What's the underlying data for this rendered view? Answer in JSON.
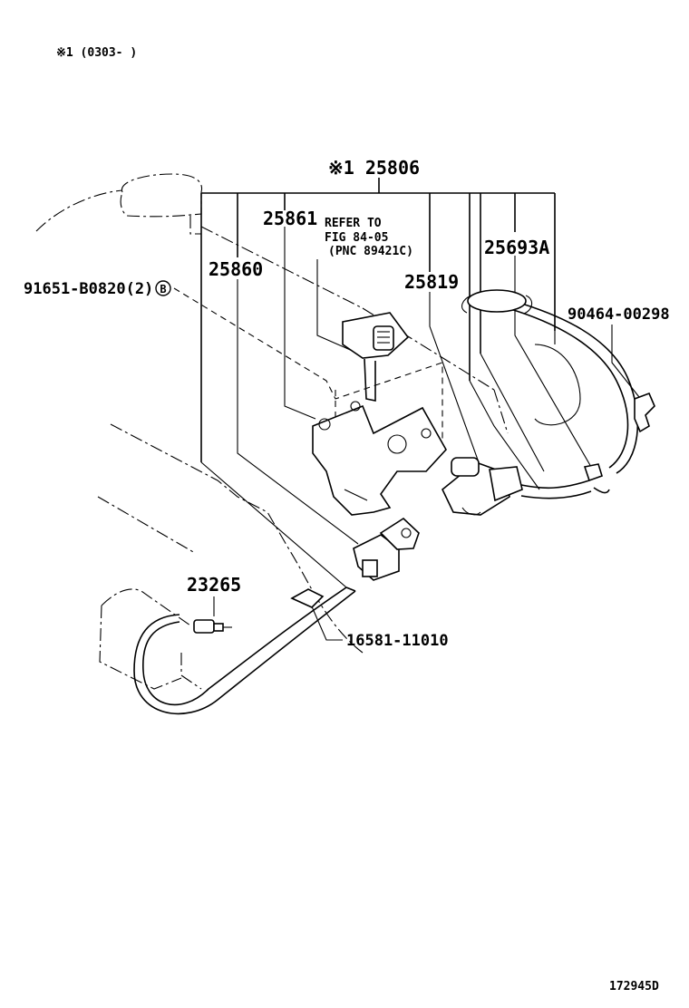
{
  "header": {
    "note": "※1 (0303-      )"
  },
  "labels": {
    "p25806": "※1 25806",
    "p25861": "25861",
    "refer1": "REFER TO",
    "refer2": "FIG 84-05",
    "refer3": "(PNC 89421C)",
    "p25693A": "25693A",
    "p25860": "25860",
    "p91651": "91651-B0820(2)",
    "circleB": "B",
    "p25819": "25819",
    "p90464": "90464-00298",
    "p23265": "23265",
    "p16581": "16581-11010"
  },
  "footer": {
    "code": "172945D"
  }
}
